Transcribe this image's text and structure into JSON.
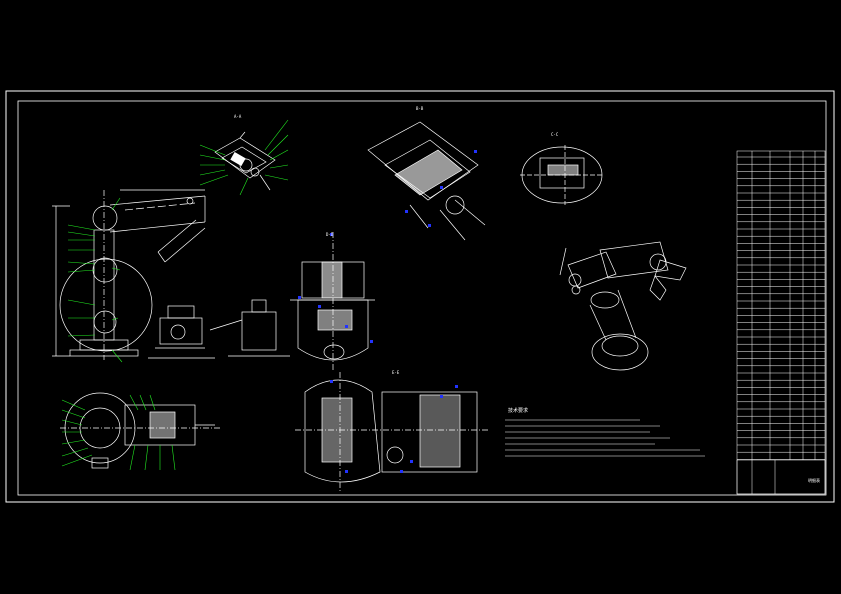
{
  "drawing": {
    "background": "#000000",
    "line_color": "#ffffff",
    "leader_color": "#22ee22",
    "dimension_color": "#2233ff",
    "view_labels": [
      "A-A",
      "B-B",
      "C-C",
      "D-D",
      "E-E"
    ],
    "notes_title": "技术要求",
    "bom_title": "明细表"
  }
}
